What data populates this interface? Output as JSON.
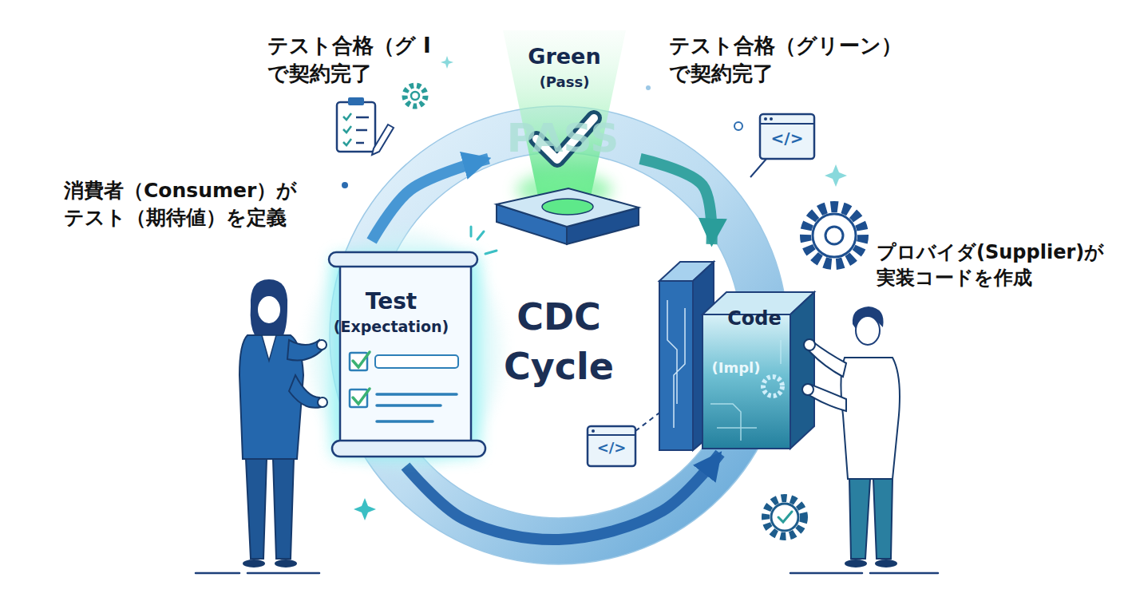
{
  "diagram": {
    "nodes": [
      {
        "text": [
          "Green",
          "(Pass)"
        ]
      },
      {
        "text": [
          "Test",
          "(Expectation)"
        ]
      },
      {
        "text": [
          "Code",
          "(Impl)"
        ]
      }
    ],
    "edges": [
      {
        "from": 1,
        "to": 0,
        "arrow": "to"
      },
      {
        "from": 0,
        "to": 2,
        "arrow": "to"
      },
      {
        "from": 1,
        "to": 2,
        "arrow": "to"
      }
    ],
    "labels": [
      "テスト合格（グ I で契約完了",
      "テスト合格（グリーン） で契約完了",
      "PASS",
      "</>",
      "消費者（Consumer）が テスト（期待値）を定義",
      "プロバイダ(Supplier)が 実装コードを作成",
      "CDC Cycle",
      "</>"
    ]
  }
}
